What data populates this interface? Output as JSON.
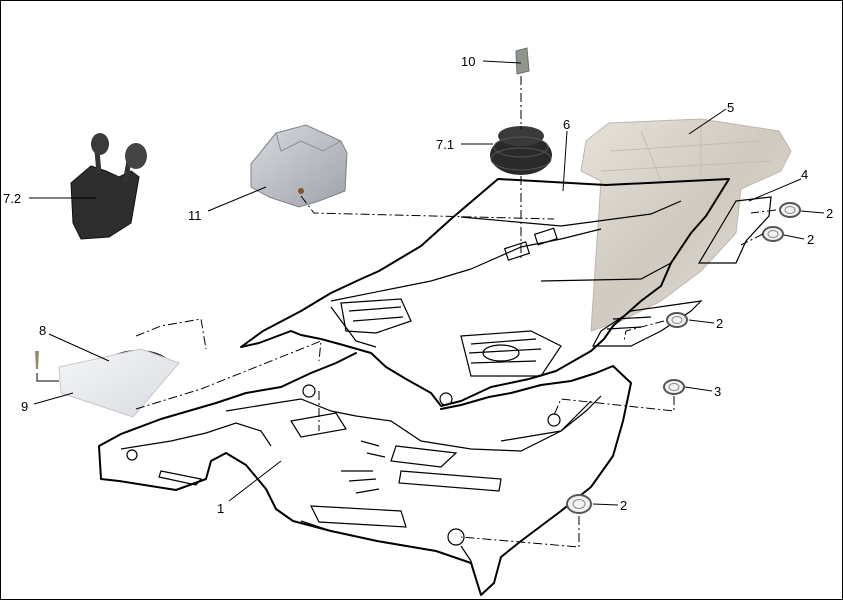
{
  "callouts": [
    {
      "id": "1",
      "text": "1"
    },
    {
      "id": "2a",
      "text": "2"
    },
    {
      "id": "2b",
      "text": "2"
    },
    {
      "id": "2c",
      "text": "2"
    },
    {
      "id": "2d",
      "text": "2"
    },
    {
      "id": "3",
      "text": "3"
    },
    {
      "id": "4",
      "text": "4"
    },
    {
      "id": "5",
      "text": "5"
    },
    {
      "id": "6",
      "text": "6"
    },
    {
      "id": "7_1",
      "text": "7.1"
    },
    {
      "id": "7_2",
      "text": "7.2"
    },
    {
      "id": "8",
      "text": "8"
    },
    {
      "id": "9",
      "text": "9"
    },
    {
      "id": "10",
      "text": "10"
    },
    {
      "id": "11",
      "text": "11"
    }
  ],
  "colors": {
    "line": "#000000",
    "background": "#ffffff",
    "insulation": "#d9d4cc",
    "cover_gray": "#b8bcc2",
    "rubber": "#2a2a2a"
  }
}
